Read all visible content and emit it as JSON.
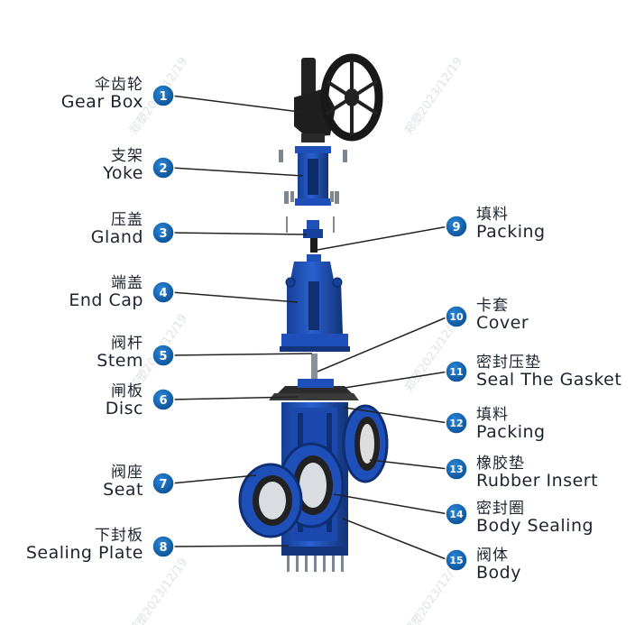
{
  "colors": {
    "badge": "#0c62a8",
    "valve_blue": "#1f4fb8",
    "valve_dark": "#13357e",
    "gear": "#1c1c1c",
    "line": "#222222"
  },
  "watermark": "郑塑2023/12/19",
  "parts": [
    {
      "num": "1",
      "cn": "伞齿轮",
      "en": "Gear Box"
    },
    {
      "num": "2",
      "cn": "支架",
      "en": "Yoke"
    },
    {
      "num": "3",
      "cn": "压盖",
      "en": "Gland"
    },
    {
      "num": "4",
      "cn": "端盖",
      "en": "End Cap"
    },
    {
      "num": "5",
      "cn": "阀杆",
      "en": "Stem"
    },
    {
      "num": "6",
      "cn": "闸板",
      "en": "Disc"
    },
    {
      "num": "7",
      "cn": "阀座",
      "en": "Seat"
    },
    {
      "num": "8",
      "cn": "下封板",
      "en": "Sealing Plate"
    },
    {
      "num": "9",
      "cn": "填料",
      "en": "Packing"
    },
    {
      "num": "10",
      "cn": "卡套",
      "en": "Cover"
    },
    {
      "num": "11",
      "cn": "密封压垫",
      "en": "Seal The Gasket"
    },
    {
      "num": "12",
      "cn": "填料",
      "en": "Packing"
    },
    {
      "num": "13",
      "cn": "橡胶垫",
      "en": "Rubber Insert"
    },
    {
      "num": "14",
      "cn": "密封圈",
      "en": "Body Sealing"
    },
    {
      "num": "15",
      "cn": "阀体",
      "en": "Body"
    }
  ]
}
